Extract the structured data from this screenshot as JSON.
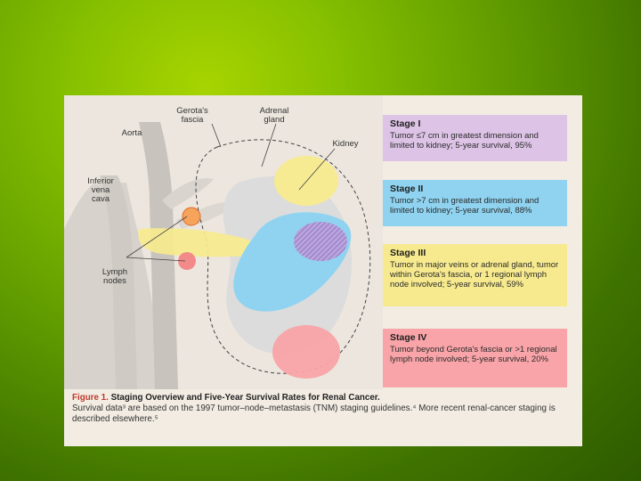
{
  "figure": {
    "labels": {
      "gerotas_fascia": "Gerota's fascia",
      "adrenal_gland": "Adrenal gland",
      "aorta": "Aorta",
      "kidney": "Kidney",
      "inferior_vena_cava": "Inferior vena cava",
      "lymph_nodes": "Lymph nodes"
    },
    "stages": [
      {
        "title": "Stage I",
        "text": "Tumor ≤7 cm in greatest dimension and limited to kidney; 5-year survival, 95%",
        "color": "#ddc3e6"
      },
      {
        "title": "Stage II",
        "text": "Tumor >7 cm in greatest dimension and limited to kidney; 5-year survival, 88%",
        "color": "#8fd3f0"
      },
      {
        "title": "Stage III",
        "text": "Tumor in major veins or adrenal gland, tumor within Gerota's fascia, or 1 regional lymph node involved; 5-year survival, 59%",
        "color": "#f7ea8e"
      },
      {
        "title": "Stage IV",
        "text": "Tumor beyond Gerota's fascia or >1 regional lymph node involved; 5-year survival, 20%",
        "color": "#f8a4a8"
      }
    ],
    "caption": {
      "label": "Figure 1.",
      "title": "Staging Overview and Five-Year Survival Rates for Renal Cancer.",
      "body": "Survival data³ are based on the 1997 tumor–node–metastasis (TNM) staging guidelines.⁴ More recent renal-cancer staging is described elsewhere.⁵"
    }
  },
  "colors": {
    "background_light": "#a7d400",
    "background_dark": "#2d5a00",
    "figure_bg": "#f2ece3"
  }
}
